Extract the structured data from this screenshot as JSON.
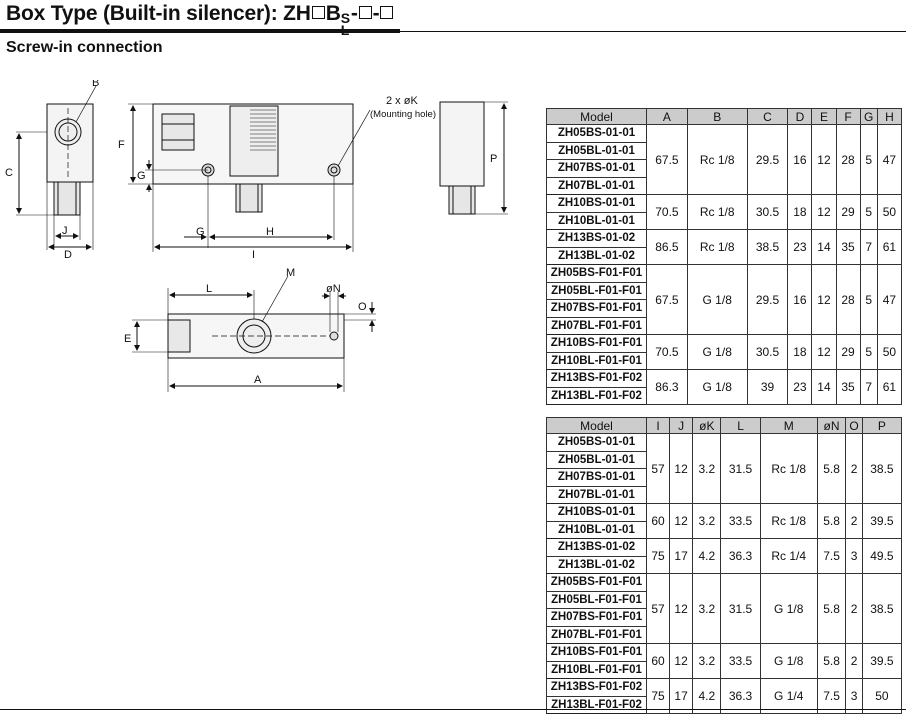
{
  "title": {
    "prefix": "Box Type (Built-in silencer): ZH",
    "mid": "B",
    "sup": "S",
    "sub": "L",
    "dash1": "-",
    "dash2": "-"
  },
  "section": "Screw-in connection",
  "drawing_labels": {
    "B": "B",
    "C": "C",
    "J": "J",
    "D": "D",
    "F": "F",
    "G": "G",
    "H": "H",
    "I": "I",
    "K": "2 x øK",
    "mounting": "(Mounting hole)",
    "P": "P",
    "L": "L",
    "M": "M",
    "N": "øN",
    "O": "O",
    "E": "E",
    "A": "A"
  },
  "table1": {
    "headers": [
      "Model",
      "A",
      "B",
      "C",
      "D",
      "E",
      "F",
      "G",
      "H"
    ],
    "groups": [
      {
        "models": [
          "ZH05BS-01-01",
          "ZH05BL-01-01",
          "ZH07BS-01-01",
          "ZH07BL-01-01"
        ],
        "values": [
          "67.5",
          "Rc 1/8",
          "29.5",
          "16",
          "12",
          "28",
          "5",
          "47"
        ]
      },
      {
        "models": [
          "ZH10BS-01-01",
          "ZH10BL-01-01"
        ],
        "values": [
          "70.5",
          "Rc 1/8",
          "30.5",
          "18",
          "12",
          "29",
          "5",
          "50"
        ]
      },
      {
        "models": [
          "ZH13BS-01-02",
          "ZH13BL-01-02"
        ],
        "values": [
          "86.5",
          "Rc 1/8",
          "38.5",
          "23",
          "14",
          "35",
          "7",
          "61"
        ]
      },
      {
        "models": [
          "ZH05BS-F01-F01",
          "ZH05BL-F01-F01",
          "ZH07BS-F01-F01",
          "ZH07BL-F01-F01"
        ],
        "values": [
          "67.5",
          "G 1/8",
          "29.5",
          "16",
          "12",
          "28",
          "5",
          "47"
        ]
      },
      {
        "models": [
          "ZH10BS-F01-F01",
          "ZH10BL-F01-F01"
        ],
        "values": [
          "70.5",
          "G 1/8",
          "30.5",
          "18",
          "12",
          "29",
          "5",
          "50"
        ]
      },
      {
        "models": [
          "ZH13BS-F01-F02",
          "ZH13BL-F01-F02"
        ],
        "values": [
          "86.3",
          "G 1/8",
          "39",
          "23",
          "14",
          "35",
          "7",
          "61"
        ]
      }
    ]
  },
  "table2": {
    "headers": [
      "Model",
      "I",
      "J",
      "øK",
      "L",
      "M",
      "øN",
      "O",
      "P"
    ],
    "groups": [
      {
        "models": [
          "ZH05BS-01-01",
          "ZH05BL-01-01",
          "ZH07BS-01-01",
          "ZH07BL-01-01"
        ],
        "values": [
          "57",
          "12",
          "3.2",
          "31.5",
          "Rc 1/8",
          "5.8",
          "2",
          "38.5"
        ]
      },
      {
        "models": [
          "ZH10BS-01-01",
          "ZH10BL-01-01"
        ],
        "values": [
          "60",
          "12",
          "3.2",
          "33.5",
          "Rc 1/8",
          "5.8",
          "2",
          "39.5"
        ]
      },
      {
        "models": [
          "ZH13BS-01-02",
          "ZH13BL-01-02"
        ],
        "values": [
          "75",
          "17",
          "4.2",
          "36.3",
          "Rc 1/4",
          "7.5",
          "3",
          "49.5"
        ]
      },
      {
        "models": [
          "ZH05BS-F01-F01",
          "ZH05BL-F01-F01",
          "ZH07BS-F01-F01",
          "ZH07BL-F01-F01"
        ],
        "values": [
          "57",
          "12",
          "3.2",
          "31.5",
          "G 1/8",
          "5.8",
          "2",
          "38.5"
        ]
      },
      {
        "models": [
          "ZH10BS-F01-F01",
          "ZH10BL-F01-F01"
        ],
        "values": [
          "60",
          "12",
          "3.2",
          "33.5",
          "G 1/8",
          "5.8",
          "2",
          "39.5"
        ]
      },
      {
        "models": [
          "ZH13BS-F01-F02",
          "ZH13BL-F01-F02"
        ],
        "values": [
          "75",
          "17",
          "4.2",
          "36.3",
          "G 1/4",
          "7.5",
          "3",
          "50"
        ]
      }
    ]
  }
}
